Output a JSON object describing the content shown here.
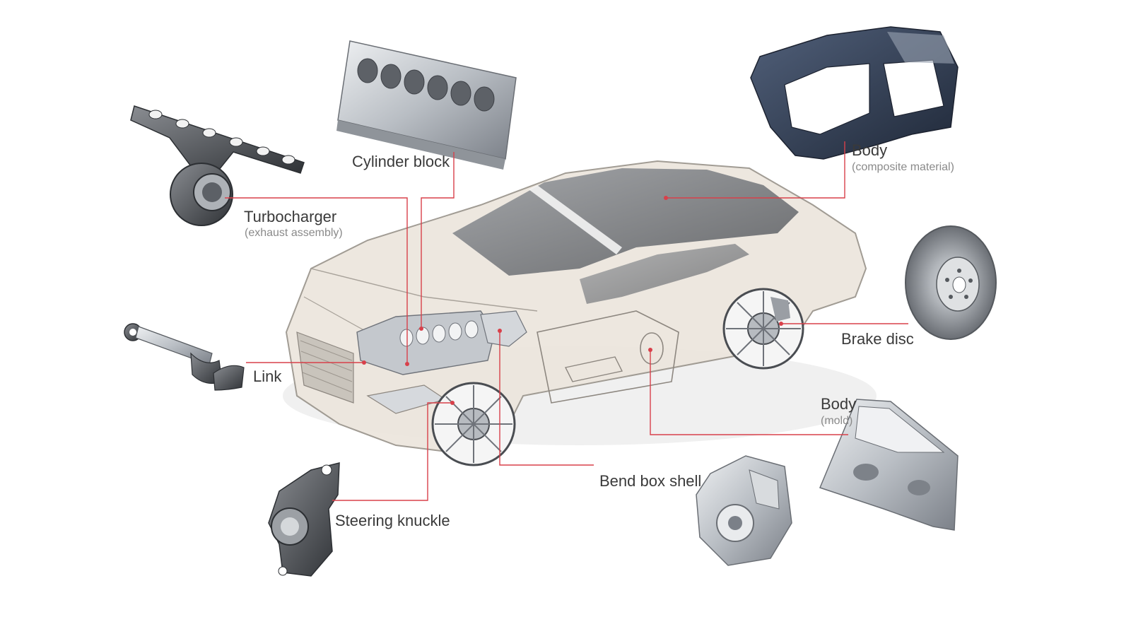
{
  "labels": {
    "cylinder_block": "Cylinder block",
    "turbocharger": "Turbocharger",
    "turbocharger_sub": "(exhaust assembly)",
    "link": "Link",
    "steering_knuckle": "Steering knuckle",
    "bend_box_shell": "Bend box shell",
    "body_composite": "Body",
    "body_composite_sub": "(composite material)",
    "brake_disc": "Brake disc",
    "body_mold": "Body",
    "body_mold_sub": "(mold)"
  },
  "colors": {
    "leader": "#d8404a",
    "label_text": "#3a3a3a",
    "sub_text": "#8a8a8a",
    "car_fill": "#ece6dd",
    "car_outline": "#9a948c",
    "glass": "#5a5f66",
    "metal_light": "#c9cdd2",
    "metal_dark": "#4a4d52",
    "composite": "#3b4a63"
  }
}
